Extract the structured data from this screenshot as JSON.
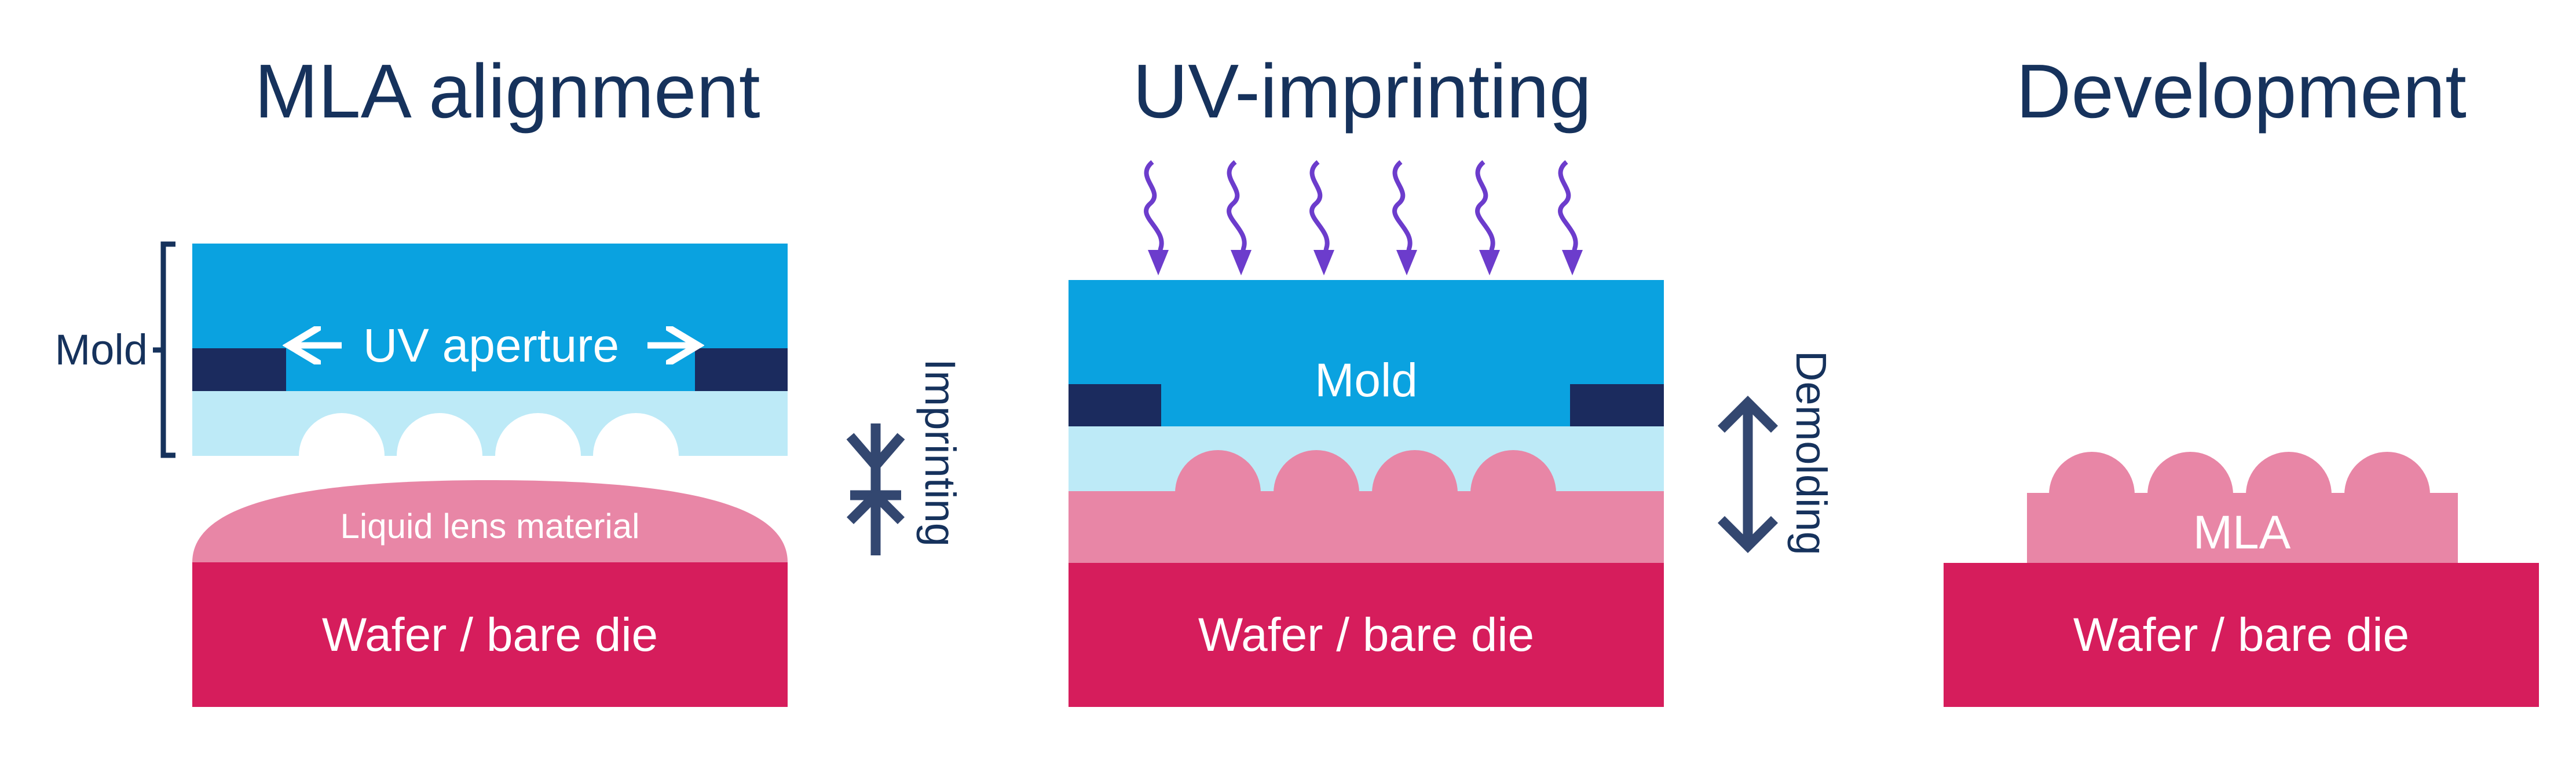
{
  "panels": {
    "alignment": {
      "title": "MLA alignment",
      "mold_label": "Mold",
      "aperture_label": "UV aperture",
      "liquid_label": "Liquid lens material",
      "wafer_label": "Wafer / bare die",
      "action_label": "Imprinting"
    },
    "imprinting": {
      "title": "UV-imprinting",
      "mold_label": "Mold",
      "wafer_label": "Wafer / bare die",
      "action_label": "Demolding"
    },
    "development": {
      "title": "Development",
      "mla_label": "MLA",
      "wafer_label": "Wafer / bare die"
    }
  },
  "colors": {
    "mold": "#0aa2e0",
    "mold_stop": "#1b2b5e",
    "mold_lower": "#bdeaf7",
    "lens": "#e886a6",
    "wafer": "#d61d5c",
    "arrow": "#334770",
    "uv": "#6c3ccc",
    "text_dark": "#16325c"
  },
  "icons": {
    "uv_wave": "wavy-arrow-icon",
    "press": "compress-arrows-icon",
    "separate": "double-arrow-icon",
    "aperture": "left-right-arrows-icon"
  }
}
